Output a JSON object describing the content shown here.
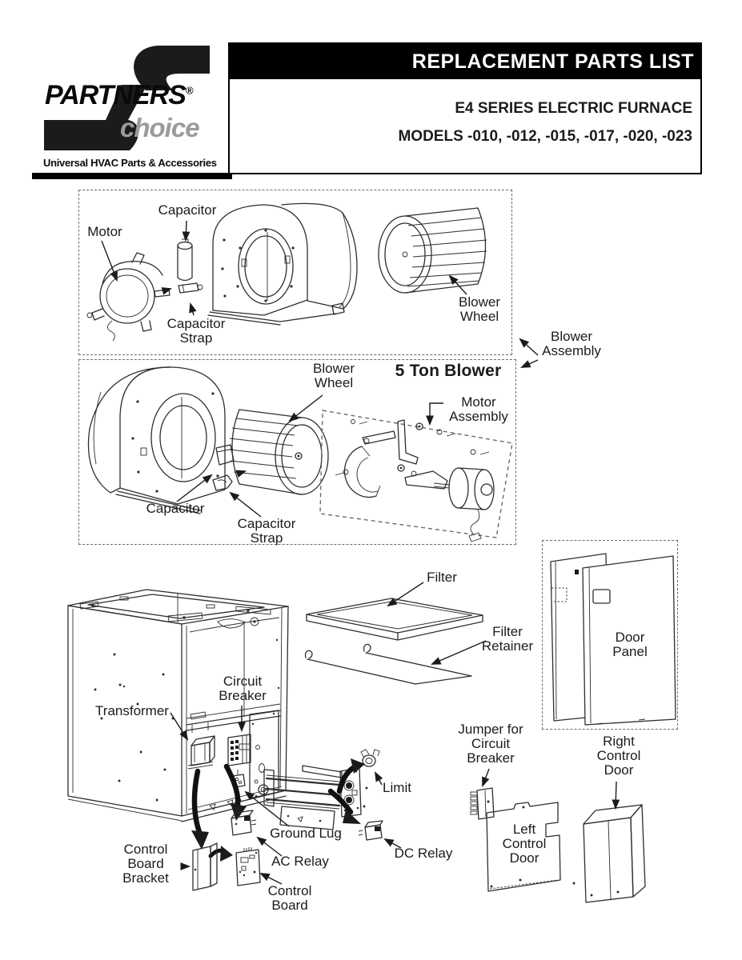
{
  "header": {
    "logo": {
      "brand": "PARTNERS",
      "registered_mark": "®",
      "sub_brand": "choice",
      "tagline": "Universal HVAC Parts & Accessories"
    },
    "banner_title": "REPLACEMENT PARTS LIST",
    "series_line": "E4 SERIES ELECTRIC FURNACE",
    "models_line": "MODELS -010, -012, -015, -017, -020, -023"
  },
  "blower_assembly_section": {
    "callout": "Blower Assembly",
    "labels": {
      "motor": "Motor",
      "capacitor": "Capacitor",
      "capacitor_strap": "Capacitor Strap",
      "blower_wheel": "Blower Wheel"
    }
  },
  "five_ton_blower_section": {
    "title": "5 Ton Blower",
    "labels": {
      "blower_wheel": "Blower Wheel",
      "motor_assembly": "Motor Assembly",
      "capacitor": "Capacitor",
      "capacitor_strap": "Capacitor Strap"
    }
  },
  "furnace_section": {
    "labels": {
      "filter": "Filter",
      "filter_retainer": "Filter Retainer",
      "door_panel": "Door Panel",
      "transformer": "Transformer",
      "circuit_breaker": "Circuit Breaker",
      "jumper_for_circuit_breaker": "Jumper for Circuit Breaker",
      "right_control_door": "Right Control Door",
      "left_control_door": "Left Control Door",
      "limit": "Limit",
      "ground_lug": "Ground Lug",
      "dc_relay": "DC Relay",
      "ac_relay": "AC Relay",
      "control_board_bracket": "Control Board Bracket",
      "control_board": "Control Board"
    }
  },
  "colors": {
    "ink": "#1b1b1b",
    "line": "#2e2e2e",
    "brand_gray": "#9b9b9b",
    "banner_bg": "#000000",
    "banner_text": "#ffffff"
  }
}
